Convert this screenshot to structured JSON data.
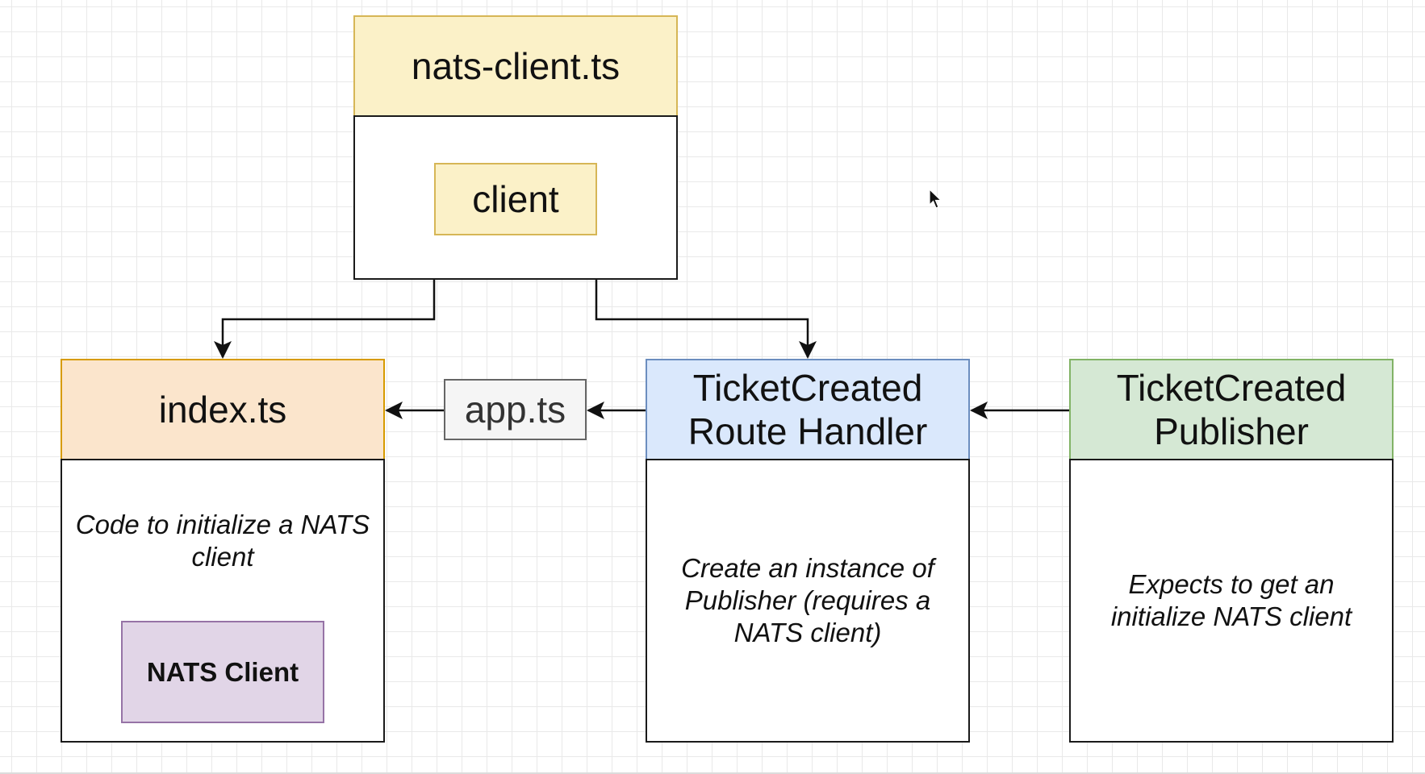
{
  "nats_client_file": {
    "title": "nats-client.ts",
    "export": "client"
  },
  "index_file": {
    "title": "index.ts",
    "note": "Code to initialize a NATS client",
    "inner": "NATS Client"
  },
  "app_file": {
    "title": "app.ts"
  },
  "route_handler": {
    "title_line1": "TicketCreated",
    "title_line2": "Route Handler",
    "note": "Create an instance of Publisher (requires a NATS client)"
  },
  "publisher": {
    "title_line1": "TicketCreated",
    "title_line2": "Publisher",
    "note": "Expects to get an initialize NATS client"
  },
  "colors": {
    "yellow_fill": "#fbf1c8",
    "yellow_stroke": "#d6b656",
    "orange_fill": "#fbe5cc",
    "orange_stroke": "#d79b00",
    "blue_fill": "#dae8fc",
    "blue_stroke": "#6c8ebf",
    "green_fill": "#d5e8d4",
    "green_stroke": "#82b366",
    "purple_fill": "#e1d5e7",
    "purple_stroke": "#9673a6",
    "gray_fill": "#f5f5f5",
    "gray_stroke": "#666666"
  }
}
